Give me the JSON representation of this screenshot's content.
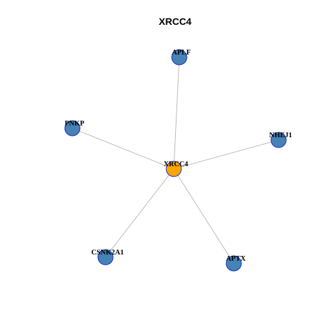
{
  "title": "XRCC4",
  "colors": {
    "hub": "#ffa500",
    "neighbor": "#4682b4",
    "node_border": "#1a2fcc",
    "edge": "#b3b3b3"
  },
  "nodes": [
    {
      "id": "XRCC4",
      "label": "XRCC4",
      "role": "hub"
    },
    {
      "id": "APLF",
      "label": "APLF",
      "role": "neighbor"
    },
    {
      "id": "PNKP",
      "label": "PNKP",
      "role": "neighbor"
    },
    {
      "id": "NHEJ1",
      "label": "NHEJ1",
      "role": "neighbor"
    },
    {
      "id": "CSNK2A1",
      "label": "CSNK2A1",
      "role": "neighbor"
    },
    {
      "id": "APTX",
      "label": "APTX",
      "role": "neighbor"
    }
  ],
  "edges": [
    {
      "source": "XRCC4",
      "target": "APLF"
    },
    {
      "source": "XRCC4",
      "target": "PNKP"
    },
    {
      "source": "XRCC4",
      "target": "NHEJ1"
    },
    {
      "source": "XRCC4",
      "target": "CSNK2A1"
    },
    {
      "source": "XRCC4",
      "target": "APTX"
    }
  ]
}
